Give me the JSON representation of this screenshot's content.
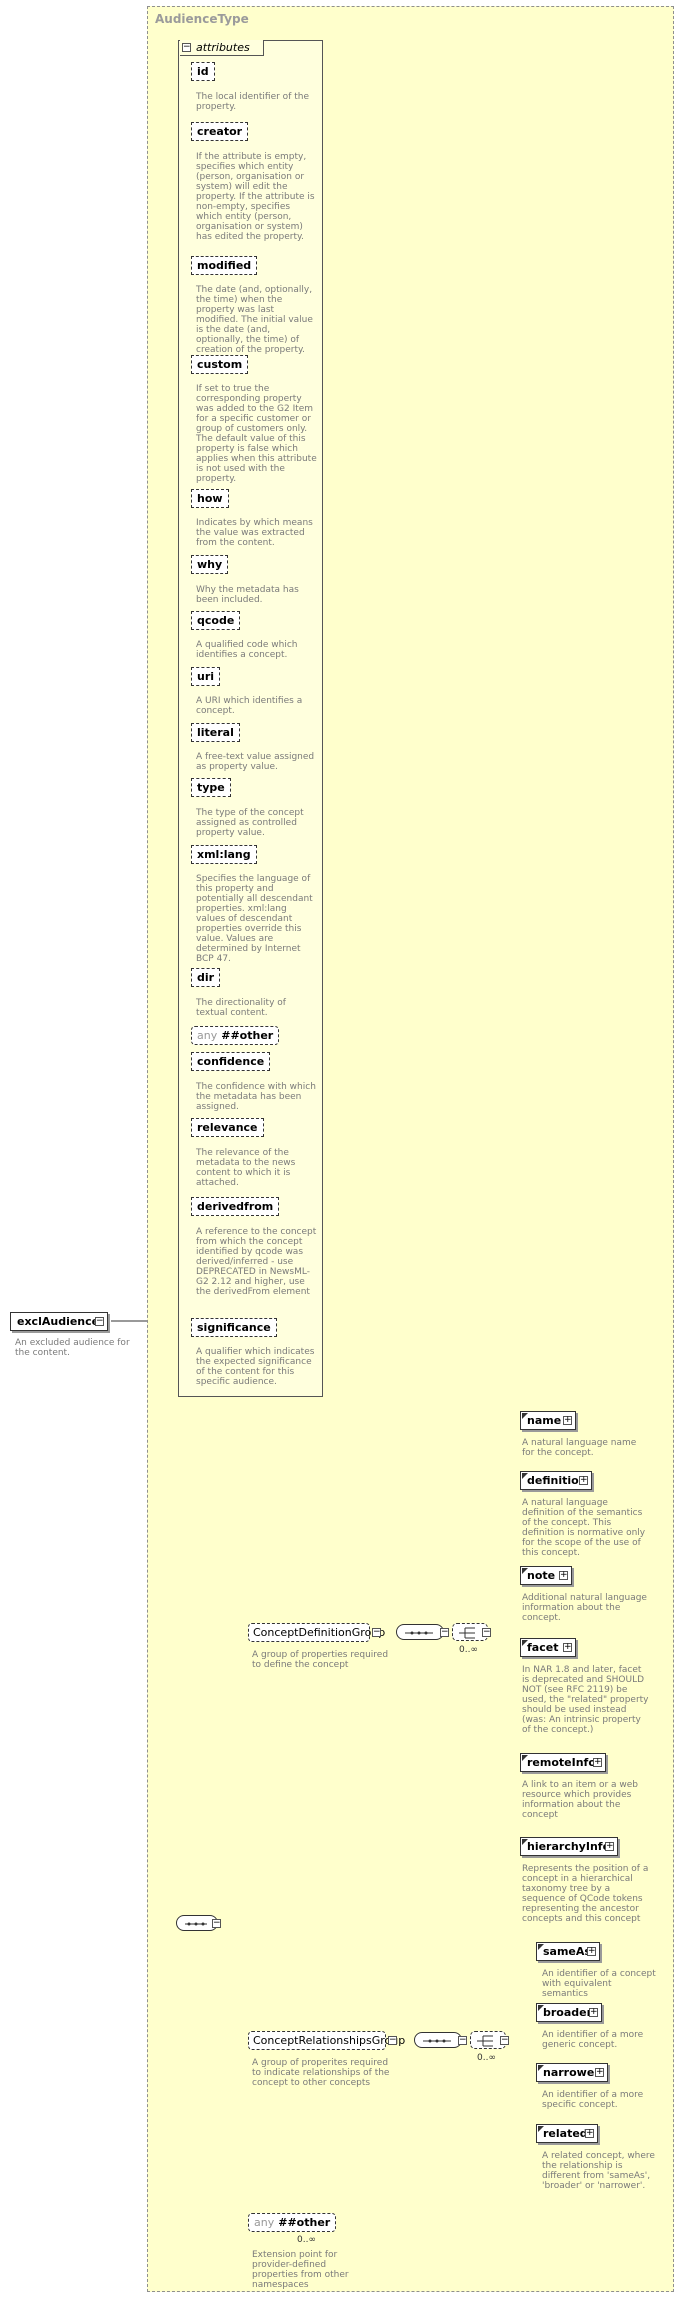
{
  "root": {
    "name": "exclAudience",
    "description": "An excluded audience for the content."
  },
  "type": {
    "name": "AudienceType"
  },
  "attributes_panel": {
    "label": "attributes",
    "items": [
      {
        "name": "id",
        "description": "The local identifier of the property."
      },
      {
        "name": "creator",
        "description": "If the attribute is empty, specifies which entity (person, organisation or system) will edit the property. If the attribute is non-empty, specifies which entity (person, organisation or system) has edited the property."
      },
      {
        "name": "modified",
        "description": "The date (and, optionally, the time) when the property was last modified. The initial value is the date (and, optionally, the time) of creation of the property."
      },
      {
        "name": "custom",
        "description": "If set to true the corresponding property was added to the G2 Item for a specific customer or group of customers only. The default value of this property is false which applies when this attribute is not used with the property."
      },
      {
        "name": "how",
        "description": "Indicates by which means the value was extracted from the content."
      },
      {
        "name": "why",
        "description": "Why the metadata has been included."
      },
      {
        "name": "qcode",
        "description": "A qualified code which identifies a concept."
      },
      {
        "name": "uri",
        "description": "A URI which identifies a concept."
      },
      {
        "name": "literal",
        "description": "A free-text value assigned as property value."
      },
      {
        "name": "type",
        "description": "The type of the concept assigned as controlled property value."
      },
      {
        "name": "xml:lang",
        "description": "Specifies the language of this property and potentially all descendant properties. xml:lang values of descendant properties override this value. Values are determined by Internet BCP 47."
      },
      {
        "name": "dir",
        "description": "The directionality of textual content."
      },
      {
        "name": "##other",
        "any": "any",
        "description": ""
      },
      {
        "name": "confidence",
        "description": "The confidence with which the metadata has been assigned."
      },
      {
        "name": "relevance",
        "description": "The relevance of the metadata to the news content to which it is attached."
      },
      {
        "name": "derivedfrom",
        "description": "A reference to the concept from which the concept identified by qcode was derived/inferred - use DEPRECATED in NewsML-G2 2.12 and higher, use the derivedFrom element"
      },
      {
        "name": "significance",
        "description": "A qualifier which indicates the expected significance of the content for this specific audience."
      }
    ]
  },
  "groups": {
    "definition": {
      "name": "ConceptDefinitionGroup",
      "description": "A group of properties required to define the concept",
      "occurs": "0..∞",
      "elements": [
        {
          "name": "name",
          "description": "A natural language name for the concept."
        },
        {
          "name": "definition",
          "description": "A natural language definition of the semantics of the concept. This definition is normative only for the scope of the use of this concept."
        },
        {
          "name": "note",
          "description": "Additional natural language information about the concept."
        },
        {
          "name": "facet",
          "description": "In NAR 1.8 and later, facet is deprecated and SHOULD NOT (see RFC 2119) be used, the \"related\" property should be used instead (was: An intrinsic property of the concept.)"
        },
        {
          "name": "remoteInfo",
          "description": "A link to an item or a web resource which provides information about the concept"
        },
        {
          "name": "hierarchyInfo",
          "description": "Represents the position of a concept in a hierarchical taxonomy tree by a sequence of QCode tokens representing the ancestor concepts and this concept"
        }
      ]
    },
    "relationships": {
      "name": "ConceptRelationshipsGroup",
      "description": "A group of properites required to indicate relationships of the concept to other concepts",
      "occurs": "0..∞",
      "elements": [
        {
          "name": "sameAs",
          "description": "An identifier of a concept with equivalent semantics"
        },
        {
          "name": "broader",
          "description": "An identifier of a more generic concept."
        },
        {
          "name": "narrower",
          "description": "An identifier of a more specific concept."
        },
        {
          "name": "related",
          "description": "A related concept, where the relationship is different from 'sameAs', 'broader' or 'narrower'."
        }
      ]
    },
    "other": {
      "any": "any",
      "name": "##other",
      "occurs": "0..∞",
      "description": "Extension point for provider-defined properties from other namespaces"
    }
  },
  "colors": {
    "type_background": "#ffffcc",
    "description_text": "#7a7a7a",
    "border": "#333333"
  }
}
